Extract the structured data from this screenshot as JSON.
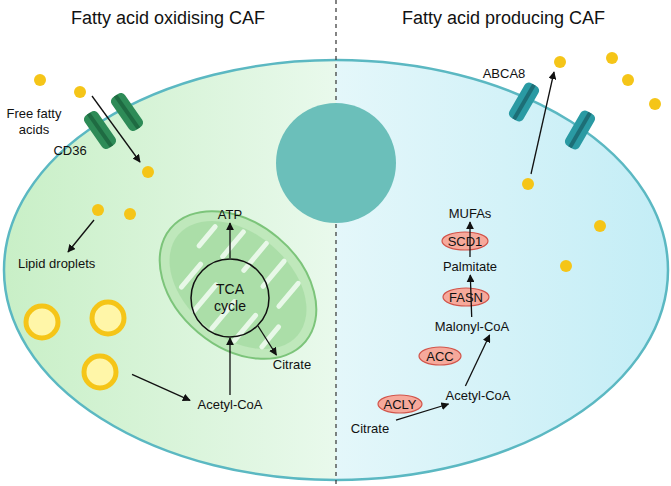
{
  "diagram": {
    "nodes": [
      {
        "text": [
          "ATP"
        ]
      },
      {
        "text": [
          "Lipid droplets"
        ]
      },
      {
        "text": [
          "TCA cycle"
        ]
      },
      {
        "text": [
          "Citrate"
        ]
      },
      {
        "text": [
          "Acetyl-CoA"
        ]
      },
      {
        "text": [
          "MUFAs"
        ]
      },
      {
        "text": [
          "SCD1"
        ]
      },
      {
        "text": [
          "Palmitate"
        ]
      },
      {
        "text": [
          "FASN"
        ]
      },
      {
        "text": [
          "Malonyl-CoA"
        ]
      },
      {
        "text": [
          "ACC"
        ]
      },
      {
        "text": [
          "Acetyl-CoA"
        ]
      },
      {
        "text": [
          "ACLY"
        ]
      },
      {
        "text": [
          "Citrate"
        ]
      }
    ],
    "edges": [
      {
        "from": 4,
        "to": 2,
        "arrow": "to"
      },
      {
        "from": 2,
        "to": 0,
        "arrow": "to"
      },
      {
        "from": 2,
        "to": 3,
        "arrow": "to"
      },
      {
        "from": 1,
        "to": 4,
        "arrow": "to"
      },
      {
        "from": 13,
        "to": 11,
        "arrow": "to"
      },
      {
        "from": 11,
        "to": 9,
        "arrow": "to"
      },
      {
        "from": 9,
        "to": 7,
        "arrow": "to"
      },
      {
        "from": 7,
        "to": 5,
        "arrow": "to"
      }
    ],
    "labels": [
      "Fatty acid oxidising CAF",
      "Fatty acid producing CAF",
      "Free fatty acids",
      "CD36",
      "ABCA8"
    ]
  }
}
